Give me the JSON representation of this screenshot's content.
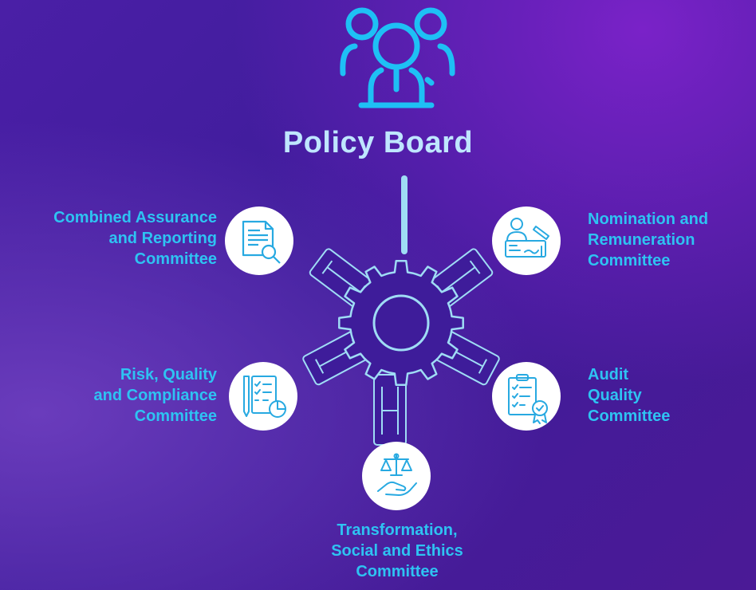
{
  "title": "Policy Board",
  "committees": [
    {
      "key": "combined-assurance",
      "lines": [
        "Combined Assurance",
        "and Reporting",
        "Committee"
      ],
      "icon": "document-search-icon"
    },
    {
      "key": "nomination",
      "lines": [
        "Nomination and",
        "Remuneration",
        "Committee"
      ],
      "icon": "person-cheque-icon"
    },
    {
      "key": "risk",
      "lines": [
        "Risk, Quality",
        "and Compliance",
        "Committee"
      ],
      "icon": "checklist-chart-icon"
    },
    {
      "key": "audit",
      "lines": [
        "Audit",
        "Quality",
        "Committee"
      ],
      "icon": "clipboard-badge-icon"
    },
    {
      "key": "transformation",
      "lines": [
        "Transformation,",
        "Social and Ethics",
        "Committee"
      ],
      "icon": "scales-hand-icon"
    }
  ],
  "colors": {
    "accent": "#2ec3f2",
    "outline": "#9fdcf5",
    "title": "#bfe6ff",
    "circle": "#ffffff"
  }
}
